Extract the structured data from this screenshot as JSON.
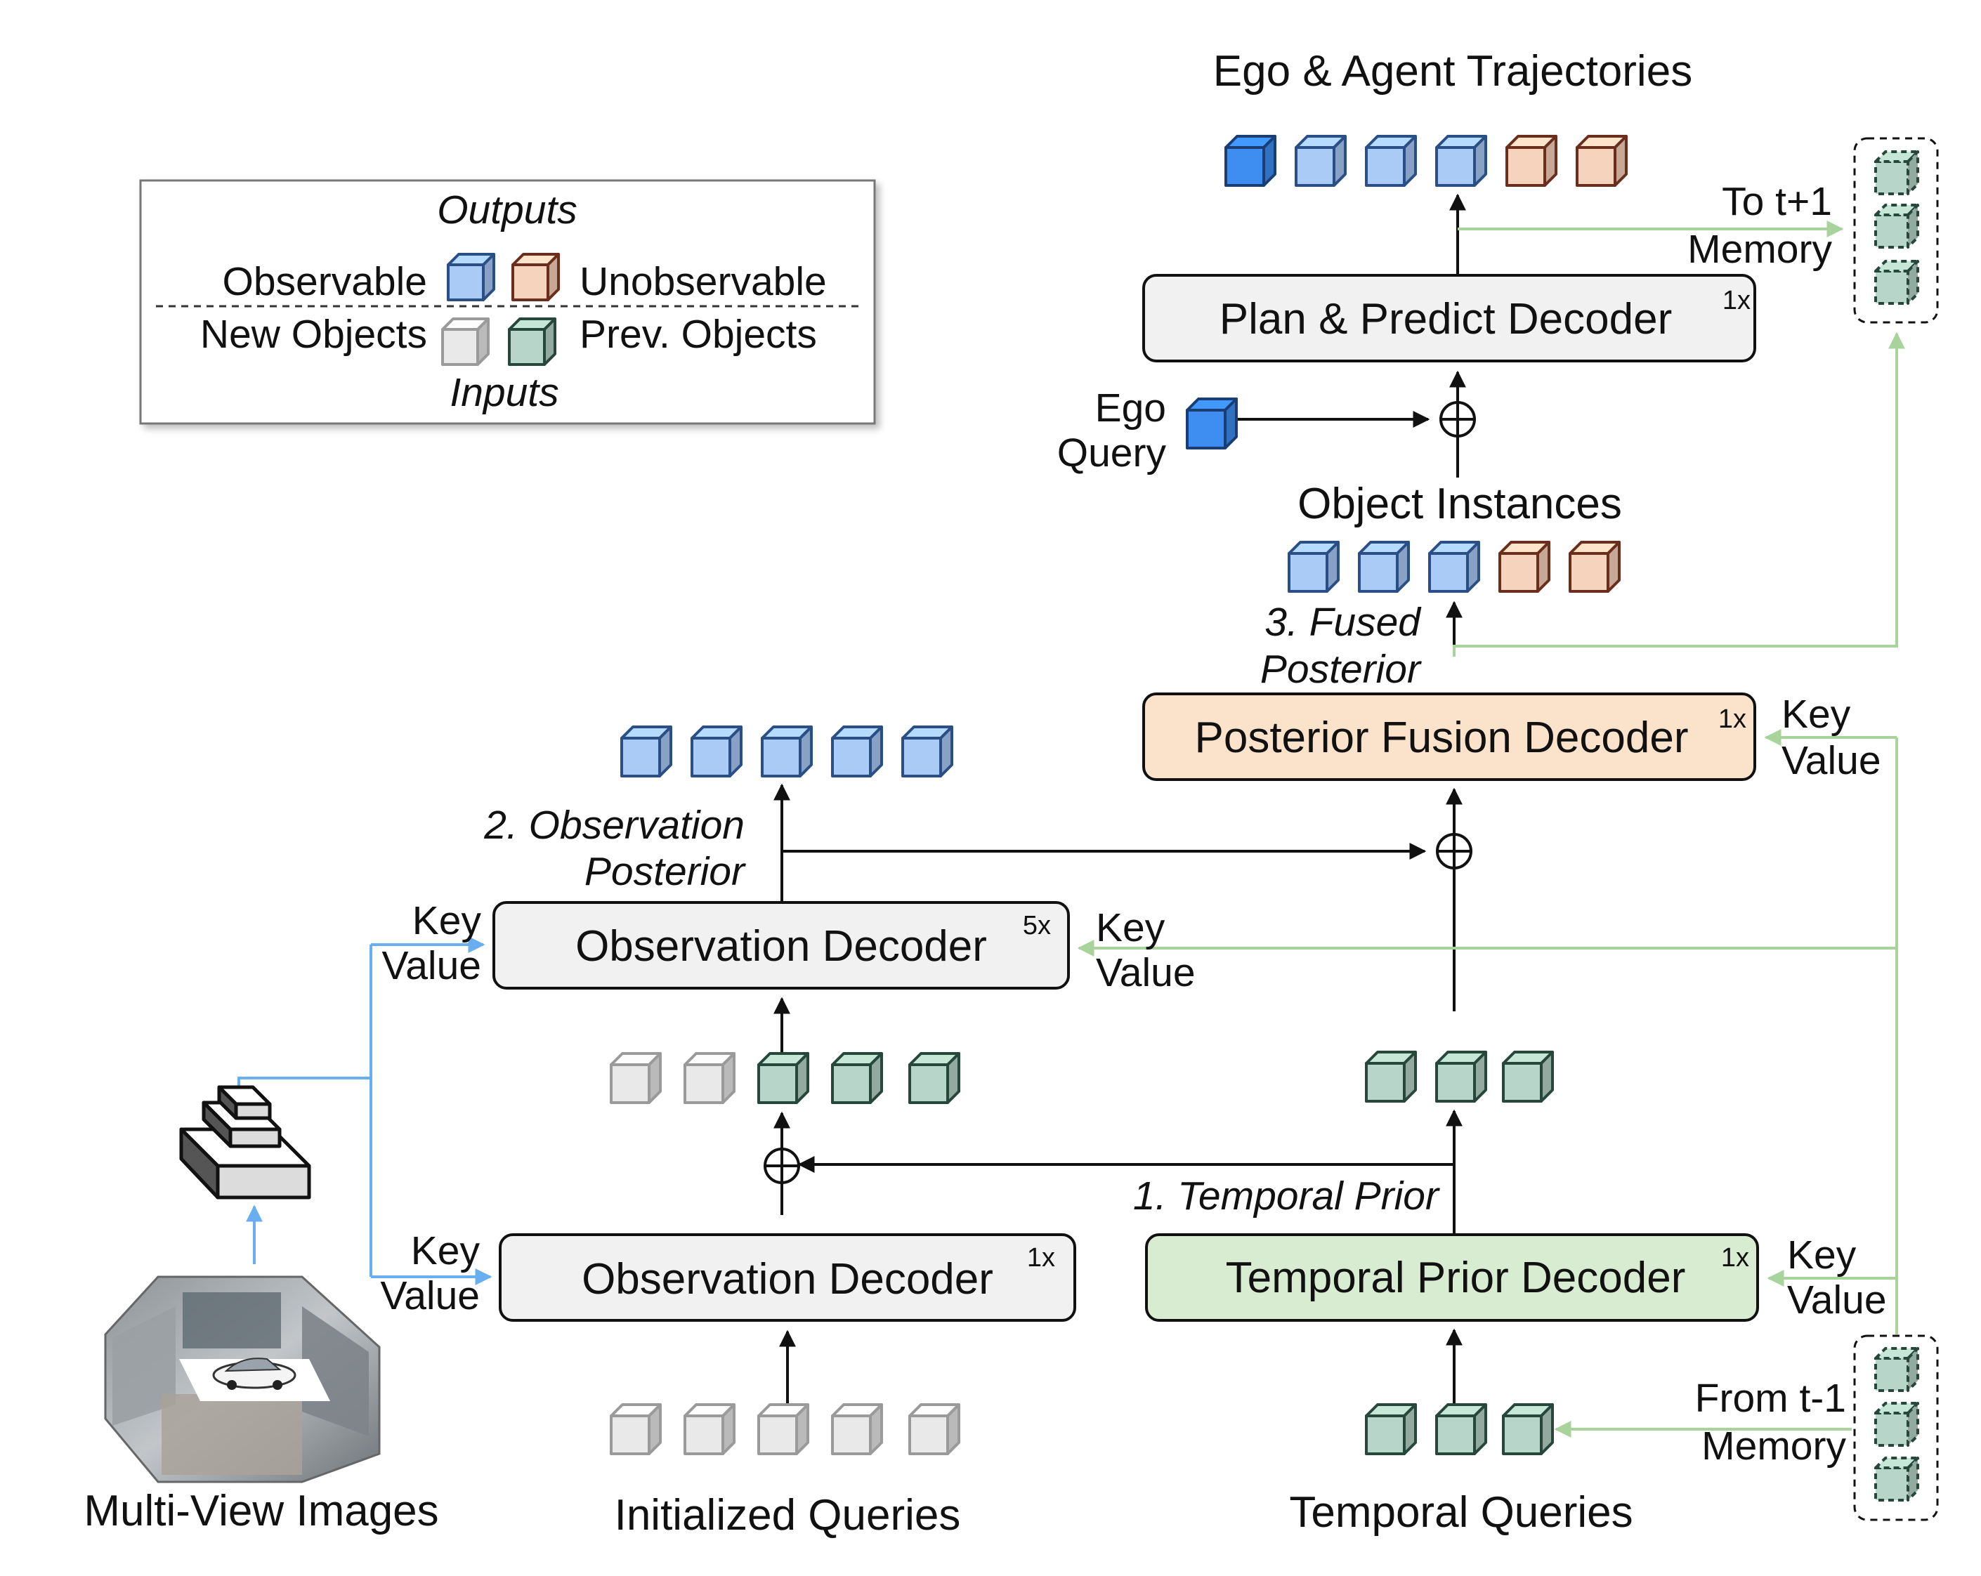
{
  "colors": {
    "observable_face": "#a9cbf6",
    "observable_edge": "#2a4f86",
    "ego_face": "#3d8ef0",
    "ego_edge": "#1a3d74",
    "unobservable_face": "#f6d3bc",
    "unobservable_edge": "#6b2d1c",
    "new_face": "#e9e9e9",
    "new_edge": "#9a9a9a",
    "prev_face": "#b7d5c8",
    "prev_edge": "#27463c",
    "decoder_fill": "#f1f1f1",
    "posterior_fill": "#fbe2cb",
    "temporal_fill": "#d8ecd2",
    "green_arrow": "#a8d49c",
    "blue_arrow": "#6aaef2"
  },
  "legend": {
    "outputs": "Outputs",
    "observable": "Observable",
    "unobservable": "Unobservable",
    "new_objects": "New Objects",
    "prev_objects": "Prev. Objects",
    "inputs": "Inputs"
  },
  "decoders": {
    "plan": {
      "label": "Plan & Predict Decoder",
      "count": "1x"
    },
    "posterior": {
      "label": "Posterior Fusion Decoder",
      "count": "1x"
    },
    "obs_top": {
      "label": "Observation Decoder",
      "count": "5x"
    },
    "obs_bottom": {
      "label": "Observation Decoder",
      "count": "1x"
    },
    "temporal": {
      "label": "Temporal Prior Decoder",
      "count": "1x"
    }
  },
  "labels": {
    "ego_agent": "Ego & Agent Trajectories",
    "to_t1": "To t+1",
    "memory_top": "Memory",
    "ego": "Ego",
    "query": "Query",
    "object_instances": "Object Instances",
    "fused_1": "3. Fused",
    "fused_2": "Posterior",
    "obs_post_1": "2. Observation",
    "obs_post_2": "Posterior",
    "temporal_prior": "1. Temporal Prior",
    "from_t1": "From t-1",
    "memory_bottom": "Memory",
    "multi_view": "Multi-View Images",
    "init_queries": "Initialized Queries",
    "temporal_queries": "Temporal Queries",
    "key": "Key",
    "value": "Value"
  }
}
